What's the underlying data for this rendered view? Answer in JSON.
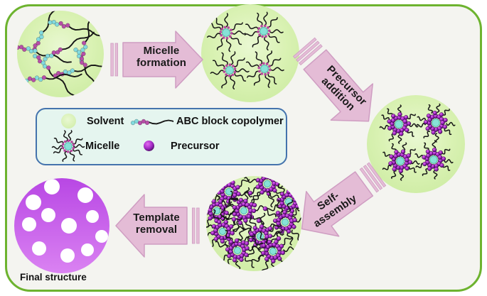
{
  "process_steps": [
    {
      "id": "micelle-formation",
      "label": "Micelle\nformation"
    },
    {
      "id": "precursor-addition",
      "label": "Precursor\naddition"
    },
    {
      "id": "self-assembly",
      "label": "Self-\nassembly"
    },
    {
      "id": "template-removal",
      "label": "Template\nremoval"
    }
  ],
  "final_structure_label": "Final structure",
  "legend": {
    "items": [
      {
        "icon": "solvent-swatch-icon",
        "label": "Solvent"
      },
      {
        "icon": "copolymer-chain-icon",
        "label": "ABC block copolymer"
      },
      {
        "icon": "micelle-icon",
        "label": "Micelle"
      },
      {
        "icon": "precursor-icon",
        "label": "Precursor"
      }
    ]
  },
  "colors": {
    "frame_border": "#6db32f",
    "canvas_bg": "#f4f4f0",
    "solvent_green": "#cdeca3",
    "solvent_green_mid": "#daf2b4",
    "solvent_green_light": "#e9f8d2",
    "arrow_pink": "#e4bcd6",
    "arrow_pink_border": "#cf9dc2",
    "step_text": "#191919",
    "legend_bg": "#e5f5ef",
    "legend_border": "#4473ad",
    "legend_text": "#111111",
    "chain_black": "#161616",
    "bead_cyan": "#82dade",
    "bead_magenta": "#b74fa8",
    "micelle_core": "#87e2d7",
    "micelle_core_edge": "#4fb9ad",
    "micelle_dot": "#b7479f",
    "precursor_hi": "#e46cf0",
    "precursor_mid": "#a62cc8",
    "precursor_dark": "#26023a",
    "final_top": "#b847e4",
    "final_bottom": "#da82f2",
    "hole": "#ffffff",
    "final_text": "#141414"
  }
}
